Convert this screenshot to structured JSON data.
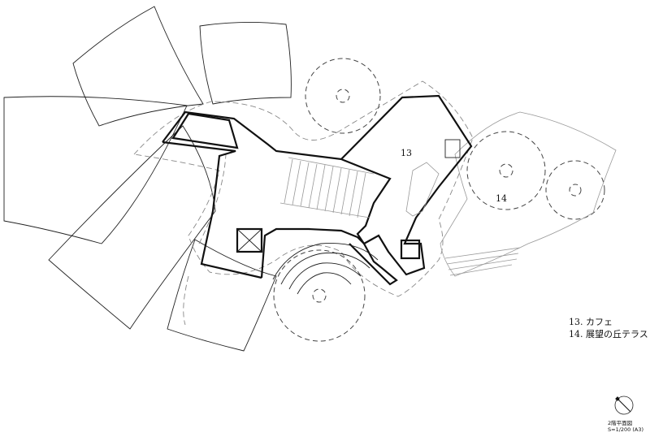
{
  "plan": {
    "room_labels": {
      "r13": "13",
      "r14": "14"
    }
  },
  "legend": {
    "items": [
      "13. カフェ",
      "14. 展望の丘テラス"
    ]
  },
  "title_block": {
    "title": "2階平面図",
    "scale": "S=1/200 (A3)"
  },
  "icons": {
    "north": "north-arrow-icon"
  }
}
